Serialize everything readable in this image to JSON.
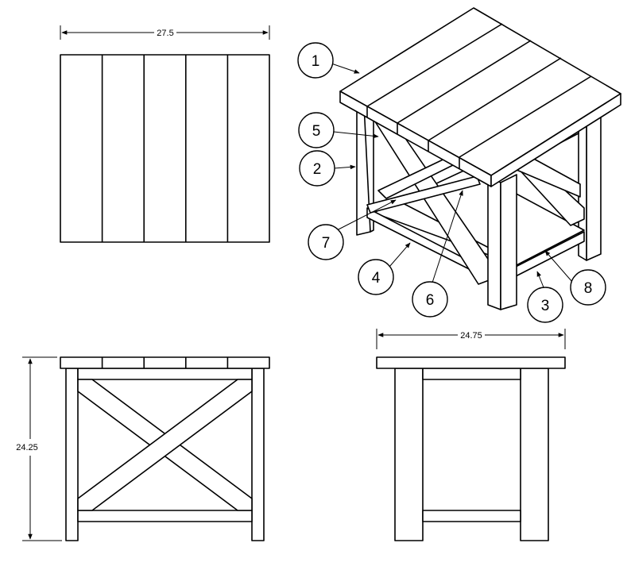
{
  "dimensions": {
    "top_width": "27.5",
    "side_width": "24.75",
    "height": "24.25"
  },
  "callouts": {
    "c1": "1",
    "c2": "2",
    "c3": "3",
    "c4": "4",
    "c5": "5",
    "c6": "6",
    "c7": "7",
    "c8": "8"
  }
}
